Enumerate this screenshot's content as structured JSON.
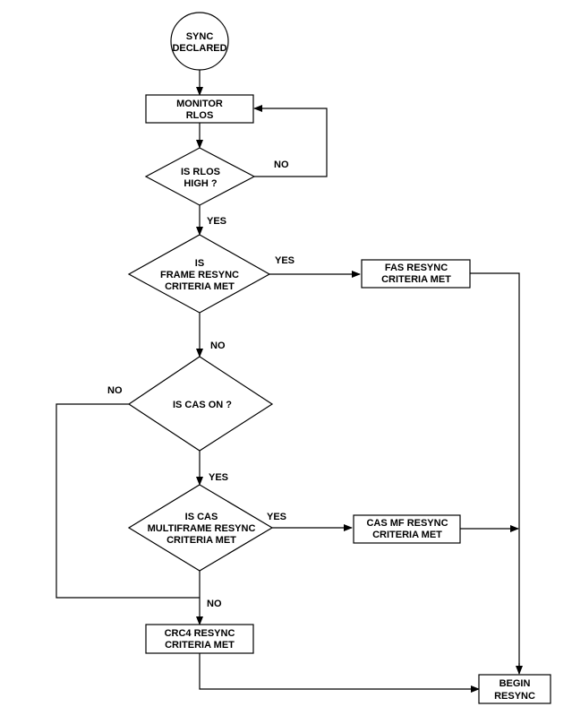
{
  "nodes": {
    "sync_declared": [
      "SYNC",
      "DECLARED"
    ],
    "monitor_rlos": [
      "MONITOR",
      "RLOS"
    ],
    "is_rlos_high": [
      "IS RLOS",
      "HIGH ?"
    ],
    "frame_resync": [
      "IS",
      "FRAME RESYNC",
      "CRITERIA MET"
    ],
    "fas_resync": [
      "FAS RESYNC",
      "CRITERIA MET"
    ],
    "is_cas_on": [
      "IS CAS ON ?"
    ],
    "cas_multiframe": [
      "IS CAS",
      "MULTIFRAME RESYNC",
      "CRITERIA MET"
    ],
    "cas_mf_resync": [
      "CAS MF RESYNC",
      "CRITERIA MET"
    ],
    "crc4_resync": [
      "CRC4 RESYNC",
      "CRITERIA MET"
    ],
    "begin_resync": [
      "BEGIN",
      "RESYNC"
    ]
  },
  "labels": {
    "rlos_no": "NO",
    "rlos_yes": "YES",
    "frame_yes": "YES",
    "frame_no": "NO",
    "cas_no": "NO",
    "cas_yes": "YES",
    "mf_yes": "YES",
    "mf_no": "NO"
  }
}
